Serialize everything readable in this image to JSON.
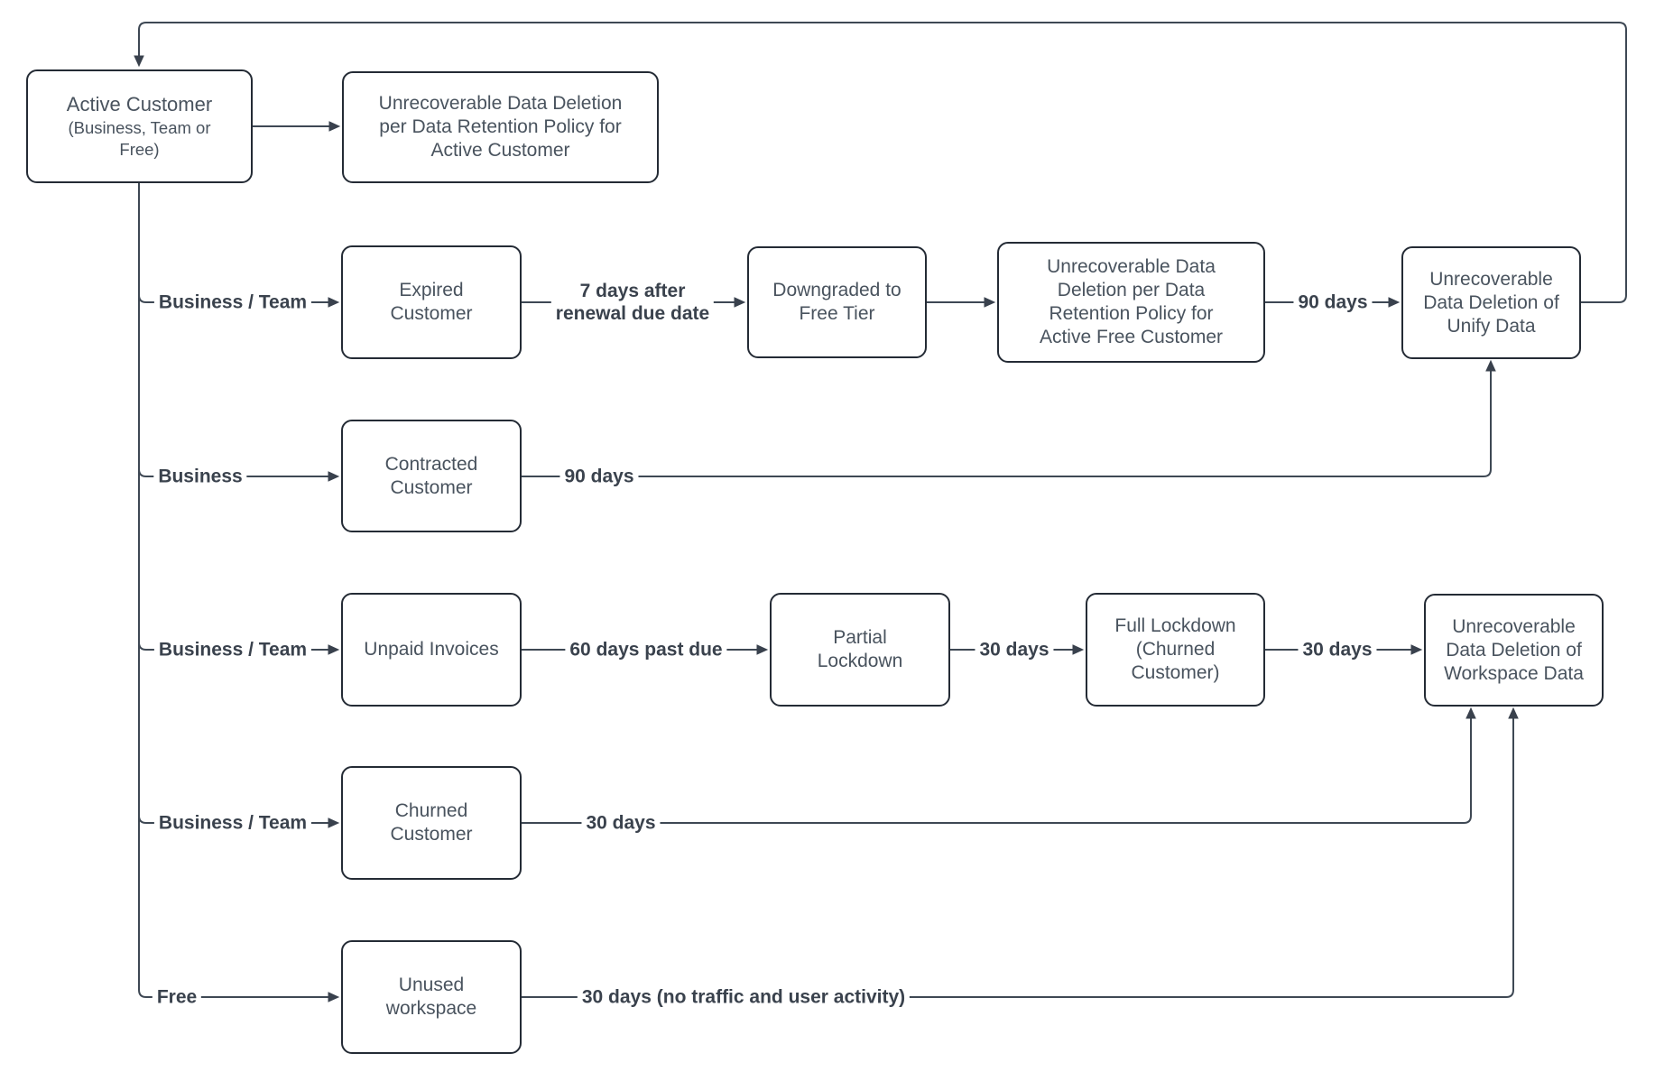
{
  "nodes": {
    "active_customer": {
      "title": "Active Customer",
      "subtitle": [
        "(Business, Team or",
        "Free)"
      ]
    },
    "deletion_active_customer": {
      "label": [
        "Unrecoverable Data Deletion",
        "per Data Retention Policy for",
        "Active Customer"
      ]
    },
    "expired_customer": {
      "label": [
        "Expired",
        "Customer"
      ]
    },
    "downgraded_free_tier": {
      "label": [
        "Downgraded to",
        "Free Tier"
      ]
    },
    "deletion_active_free": {
      "label": [
        "Unrecoverable Data",
        "Deletion per Data",
        "Retention Policy for",
        "Active Free Customer"
      ]
    },
    "deletion_unify": {
      "label": [
        "Unrecoverable",
        "Data Deletion of",
        "Unify Data"
      ]
    },
    "contracted_customer": {
      "label": [
        "Contracted",
        "Customer"
      ]
    },
    "unpaid_invoices": {
      "label": "Unpaid Invoices"
    },
    "partial_lockdown": {
      "label": [
        "Partial",
        "Lockdown"
      ]
    },
    "full_lockdown": {
      "label": [
        "Full Lockdown",
        "(Churned",
        "Customer)"
      ]
    },
    "deletion_workspace": {
      "label": [
        "Unrecoverable",
        "Data Deletion of",
        "Workspace Data"
      ]
    },
    "churned_customer": {
      "label": [
        "Churned",
        "Customer"
      ]
    },
    "unused_workspace": {
      "label": [
        "Unused",
        "workspace"
      ]
    }
  },
  "edge_labels": {
    "business_team": "Business / Team",
    "business": "Business",
    "free": "Free",
    "seven_days": [
      "7 days after",
      "renewal due date"
    ],
    "ninety_days": "90 days",
    "sixty_days_past_due": "60 days past due",
    "thirty_days": "30 days",
    "thirty_days_no_traffic": "30 days (no traffic and user activity)"
  },
  "colors": {
    "background": "#ffffff",
    "node_border": "#242b35",
    "node_text": "#49535e",
    "edge_stroke": "#3e4854",
    "edge_label_text": "#3a424d"
  }
}
